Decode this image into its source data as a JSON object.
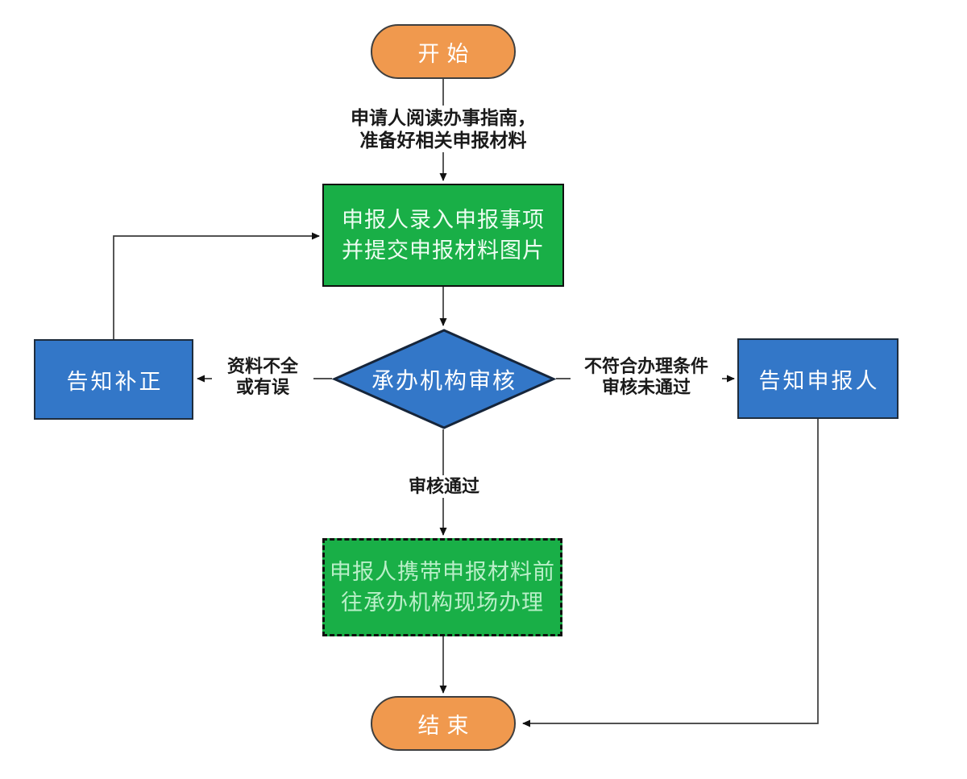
{
  "flowchart": {
    "start": {
      "label": "开始"
    },
    "prep_note": {
      "line1": "申请人阅读办事指南，",
      "line2": "准备好相关申报材料"
    },
    "submit": {
      "line1": "申报人录入申报事项",
      "line2": "并提交申报材料图片"
    },
    "review": {
      "label": "承办机构审核"
    },
    "notify_fix": {
      "label": "告知补正"
    },
    "notify_applicant": {
      "label": "告知申报人"
    },
    "onsite": {
      "line1": "申报人携带申报材料前",
      "line2": "往承办机构现场办理"
    },
    "end": {
      "label": "结束"
    },
    "edge_labels": {
      "incomplete_line1": "资料不全",
      "incomplete_line2": "或有误",
      "rejected_line1": "不符合办理条件",
      "rejected_line2": "审核未通过",
      "passed": "审核通过"
    },
    "colors": {
      "terminator_fill": "#F0994E",
      "terminator_border": "#3F3F3F",
      "process_fill": "#19AF47",
      "process_border": "#101010",
      "process_dashed_text": "#B9EFC8",
      "decision_fill": "#3377C8",
      "decision_border": "#16253A",
      "info_fill": "#3377C8",
      "info_border": "#1F2D3D",
      "connector": "#3A3A3A",
      "arrowhead": "#111111"
    }
  }
}
